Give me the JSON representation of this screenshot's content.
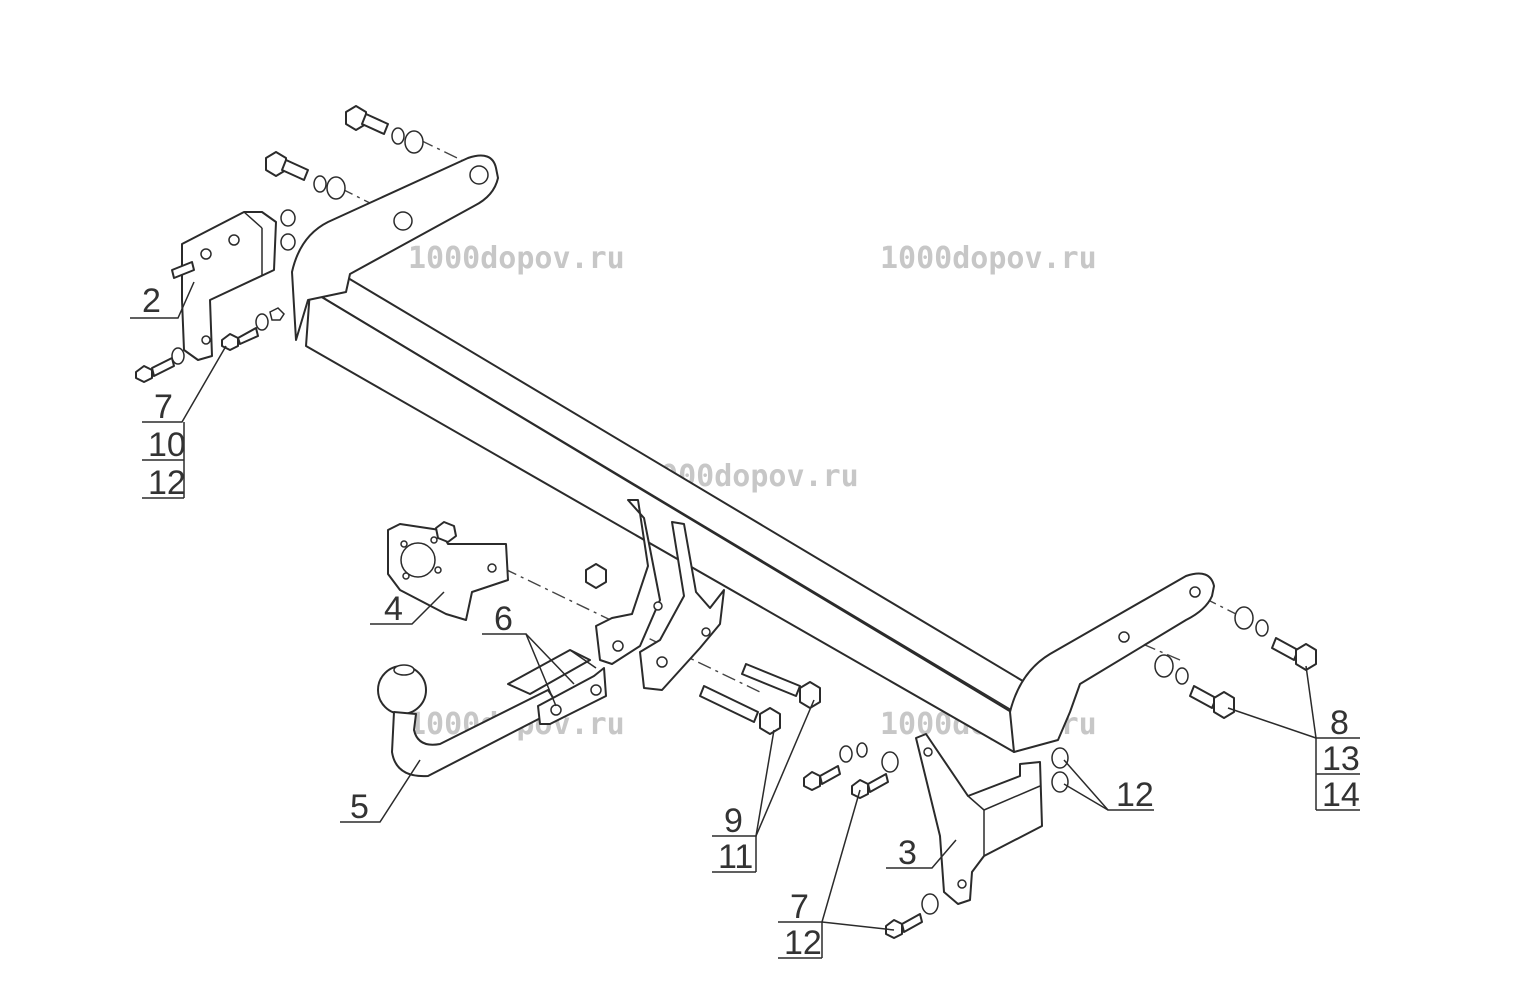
{
  "watermark": "1000dopov.ru",
  "labels": {
    "l2": "2",
    "l7a": "7",
    "l10": "10",
    "l12a": "12",
    "l4": "4",
    "l6": "6",
    "l5": "5",
    "l9": "9",
    "l11": "11",
    "l3": "3",
    "l7b": "7",
    "l12b": "12",
    "l12c": "12",
    "l8": "8",
    "l13": "13",
    "l14": "14"
  }
}
